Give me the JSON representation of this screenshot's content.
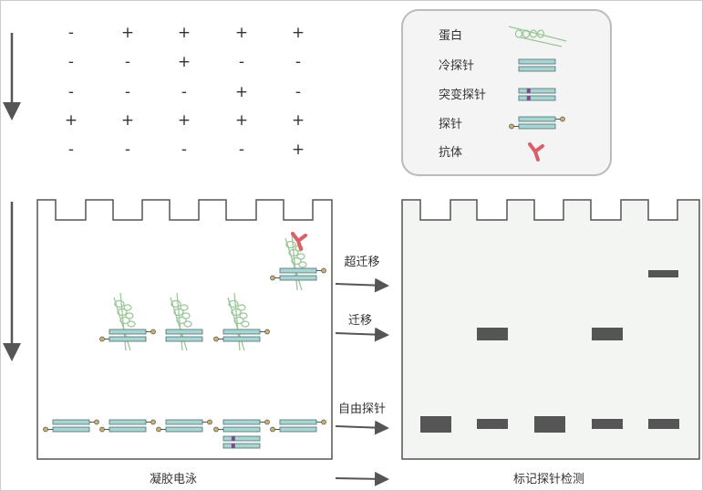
{
  "table": {
    "rows": [
      [
        "-",
        "+",
        "+",
        "+",
        "+"
      ],
      [
        "-",
        "-",
        "+",
        "-",
        "-"
      ],
      [
        "-",
        "-",
        "-",
        "+",
        "-"
      ],
      [
        "+",
        "+",
        "+",
        "+",
        "+"
      ],
      [
        "-",
        "-",
        "-",
        "-",
        "+"
      ]
    ]
  },
  "legend": {
    "items": [
      {
        "label": "蛋白",
        "icon": "protein-icon"
      },
      {
        "label": "冷探针",
        "icon": "cold-probe-icon"
      },
      {
        "label": "突变探针",
        "icon": "mutant-probe-icon"
      },
      {
        "label": "探针",
        "icon": "labeled-probe-icon"
      },
      {
        "label": "抗体",
        "icon": "antibody-icon"
      }
    ]
  },
  "labels": {
    "supershift": "超迁移",
    "shift": "迁移",
    "free_probe": "自由探针",
    "gel": "凝胶电泳",
    "detection": "标记探针检测"
  },
  "colors": {
    "probe": "#a8d4d2",
    "protein": "#9cc79a",
    "antibody": "#d9606a",
    "band": "#555555",
    "label": "#c9b36a",
    "mutation": "#7a4e8a"
  }
}
